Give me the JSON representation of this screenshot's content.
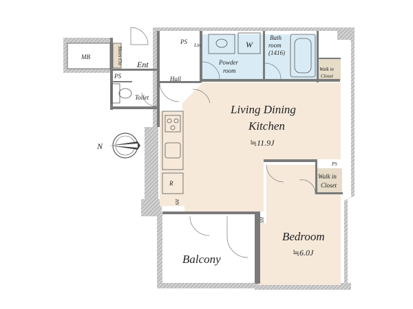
{
  "rooms": {
    "mb": "MB",
    "shoes_closet": "Shoes Clo",
    "entrance": "Ent",
    "ps_entrance": "PS",
    "toilet": "Toilet",
    "hall": "Hall",
    "ps_top": "PS",
    "linen": "Lin",
    "washer": "W",
    "powder_room_line1": "Powder",
    "powder_room_line2": "room",
    "bath_line1": "Bath",
    "bath_line2": "room",
    "bath_size": "(1416)",
    "walk_in_top_line1": "Walk in",
    "walk_in_top_line2": "Closet",
    "ldk_line1": "Living Dining",
    "ldk_line2": "Kitchen",
    "ldk_area": "≒11.9J",
    "fridge": "R",
    "hs_left": "HS",
    "hs_right": "HS",
    "ps_bed": "PS",
    "walk_in_bed_line1": "Walk in",
    "walk_in_bed_line2": "Closet",
    "bedroom": "Bedroom",
    "bedroom_area": "≒6.0J",
    "balcony": "Balcony"
  },
  "compass": {
    "north_label": "N"
  },
  "colors": {
    "ldk_fill": "#f6e9da",
    "bedroom_fill": "#f6e9da",
    "bath_fill": "#d9ecf5",
    "closet_fill": "#e6dcc8",
    "wall": "#7a7a7a"
  }
}
